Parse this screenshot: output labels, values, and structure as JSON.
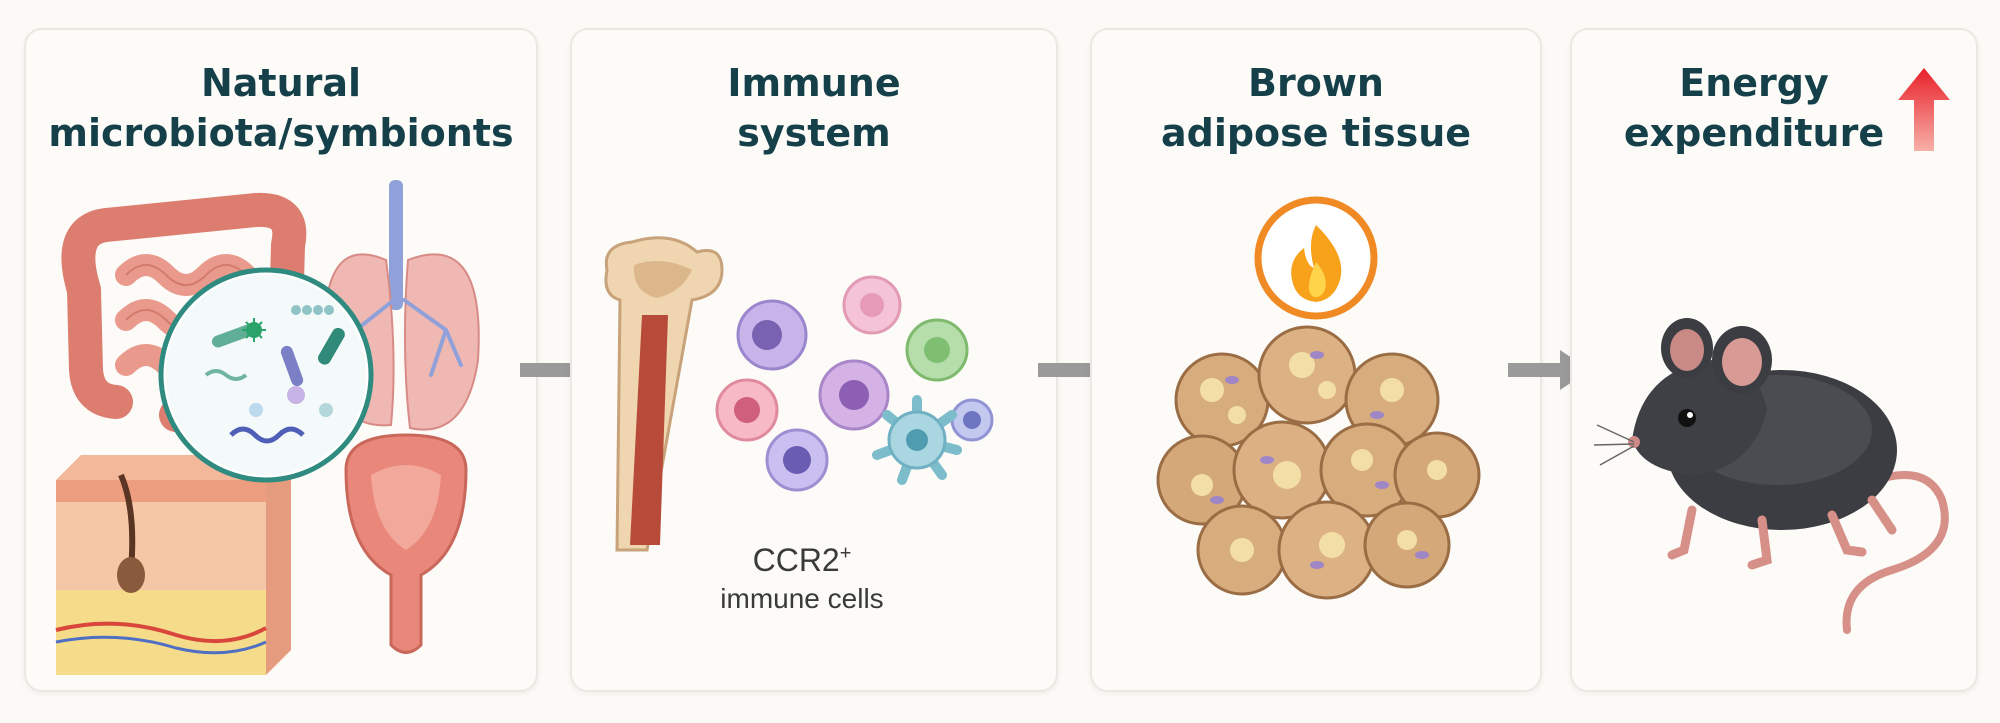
{
  "panels": [
    {
      "title_line1": "Natural",
      "title_line2": "microbiota/symbionts"
    },
    {
      "title_line1": "Immune",
      "title_line2": "system"
    },
    {
      "title_line1": "Brown",
      "title_line2": "adipose tissue"
    },
    {
      "title_line1": "Energy",
      "title_line2": "expenditure"
    }
  ],
  "immune_label": {
    "line1": "CCR2",
    "line1_sup": "+",
    "line2": "immune cells"
  },
  "colors": {
    "title": "#15404a",
    "arrow": "#9a9a9a",
    "flame_ring": "#f08a24",
    "up_arrow": "#e8202a",
    "microbe_ring": "#2f8a80"
  },
  "icons": {
    "flow_arrow": "arrow-right-icon",
    "heat": "flame-icon",
    "increase": "arrow-up-icon"
  }
}
